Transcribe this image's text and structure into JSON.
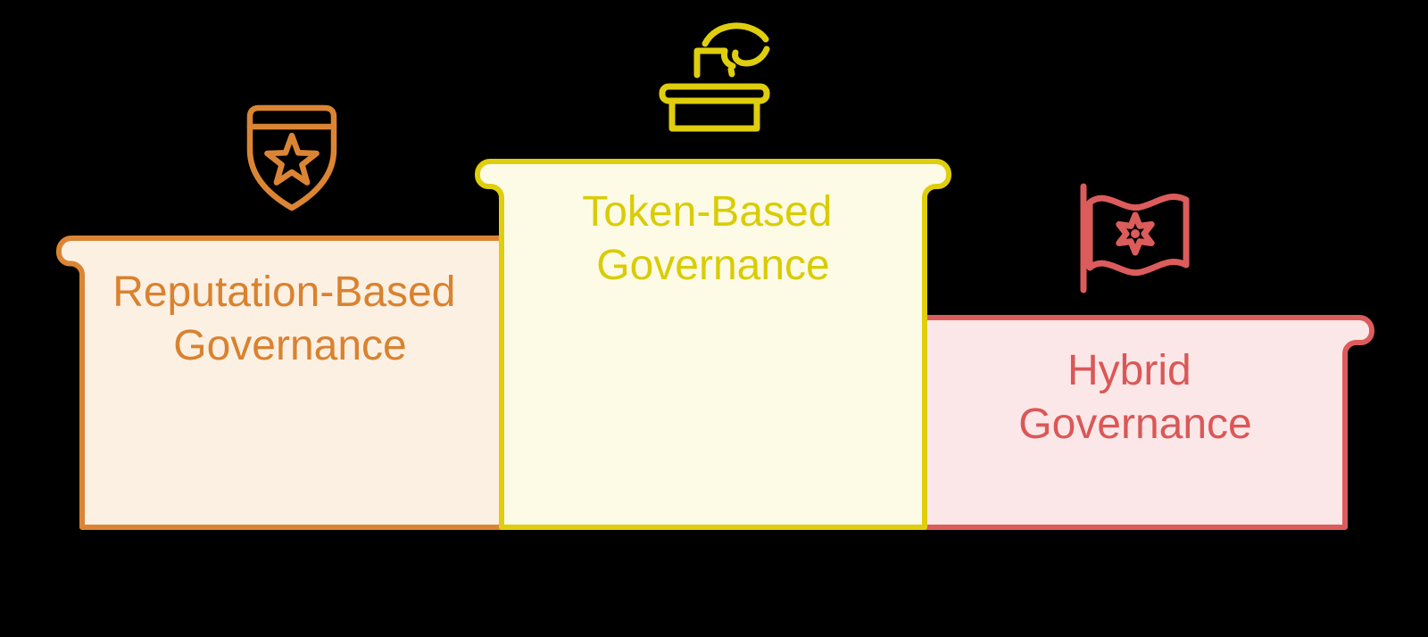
{
  "diagram": {
    "background_color": "#000000",
    "panels": [
      {
        "label_line1": "Reputation-Based",
        "label_line2": "Governance",
        "icon": "shield-star-icon",
        "border_color": "#DB8534",
        "fill_color": "#FCF0E3",
        "text_color": "#D9822F"
      },
      {
        "label_line1": "Token-Based",
        "label_line2": "Governance",
        "icon": "ballot-box-icon",
        "border_color": "#DFCE0D",
        "fill_color": "#FDFBE6",
        "text_color": "#D9CC05"
      },
      {
        "label_line1": "Hybrid",
        "label_line2": "Governance",
        "icon": "flag-icon",
        "border_color": "#DC5C5C",
        "fill_color": "#FBE7E7",
        "text_color": "#DB5757"
      }
    ]
  }
}
